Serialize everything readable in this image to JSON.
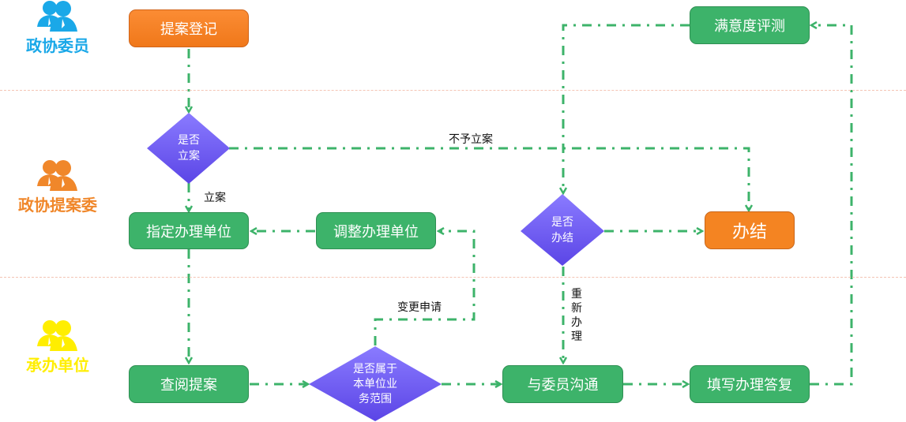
{
  "lanes": [
    {
      "role": "政协委员",
      "color": "#1aa8e8",
      "icon": "people-icon"
    },
    {
      "role": "政协提案委",
      "color": "#f0872a",
      "icon": "people-icon"
    },
    {
      "role": "承办单位",
      "color": "#ffee00",
      "icon": "people-icon"
    }
  ],
  "nodes": {
    "register": "提案登记",
    "decide_filing": "是否\n立案",
    "assign_unit": "指定办理单位",
    "adjust_unit": "调整办理单位",
    "decide_done": "是否\n办结",
    "done": "办结",
    "satisfaction": "满意度评测",
    "review": "查阅提案",
    "decide_scope": "是否属于\n本单位业\n务范围",
    "communicate": "与委员沟通",
    "reply": "填写办理答复"
  },
  "edge_labels": {
    "file": "立案",
    "not_file": "不予立案",
    "change_request": "变更申请",
    "redo": "重新办理"
  },
  "colors": {
    "process_green": "#3db36a",
    "start_orange": "#f7821f",
    "decision_purple": "#6b56f0",
    "connector_green": "#3db36a",
    "lane_divider": "#f4c4b4"
  }
}
